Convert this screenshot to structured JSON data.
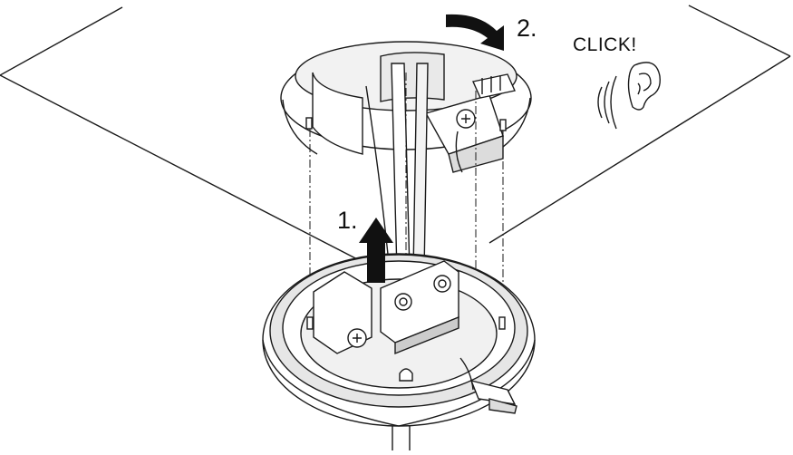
{
  "labels": {
    "step_1": "1.",
    "step_2": "2.",
    "sound": "CLICK!"
  },
  "colors": {
    "line": "#1a1a1a",
    "part_fill": "#ffffff",
    "shade_light": "#eeeeee",
    "shade_mid": "#cfcfcf",
    "arrow": "#111111"
  },
  "icons": {
    "ear": "ear-icon",
    "sound_waves": "sound-waves-icon",
    "push_up_arrow": "arrow-up-icon",
    "rotate_arrow": "rotate-arrow-icon"
  }
}
